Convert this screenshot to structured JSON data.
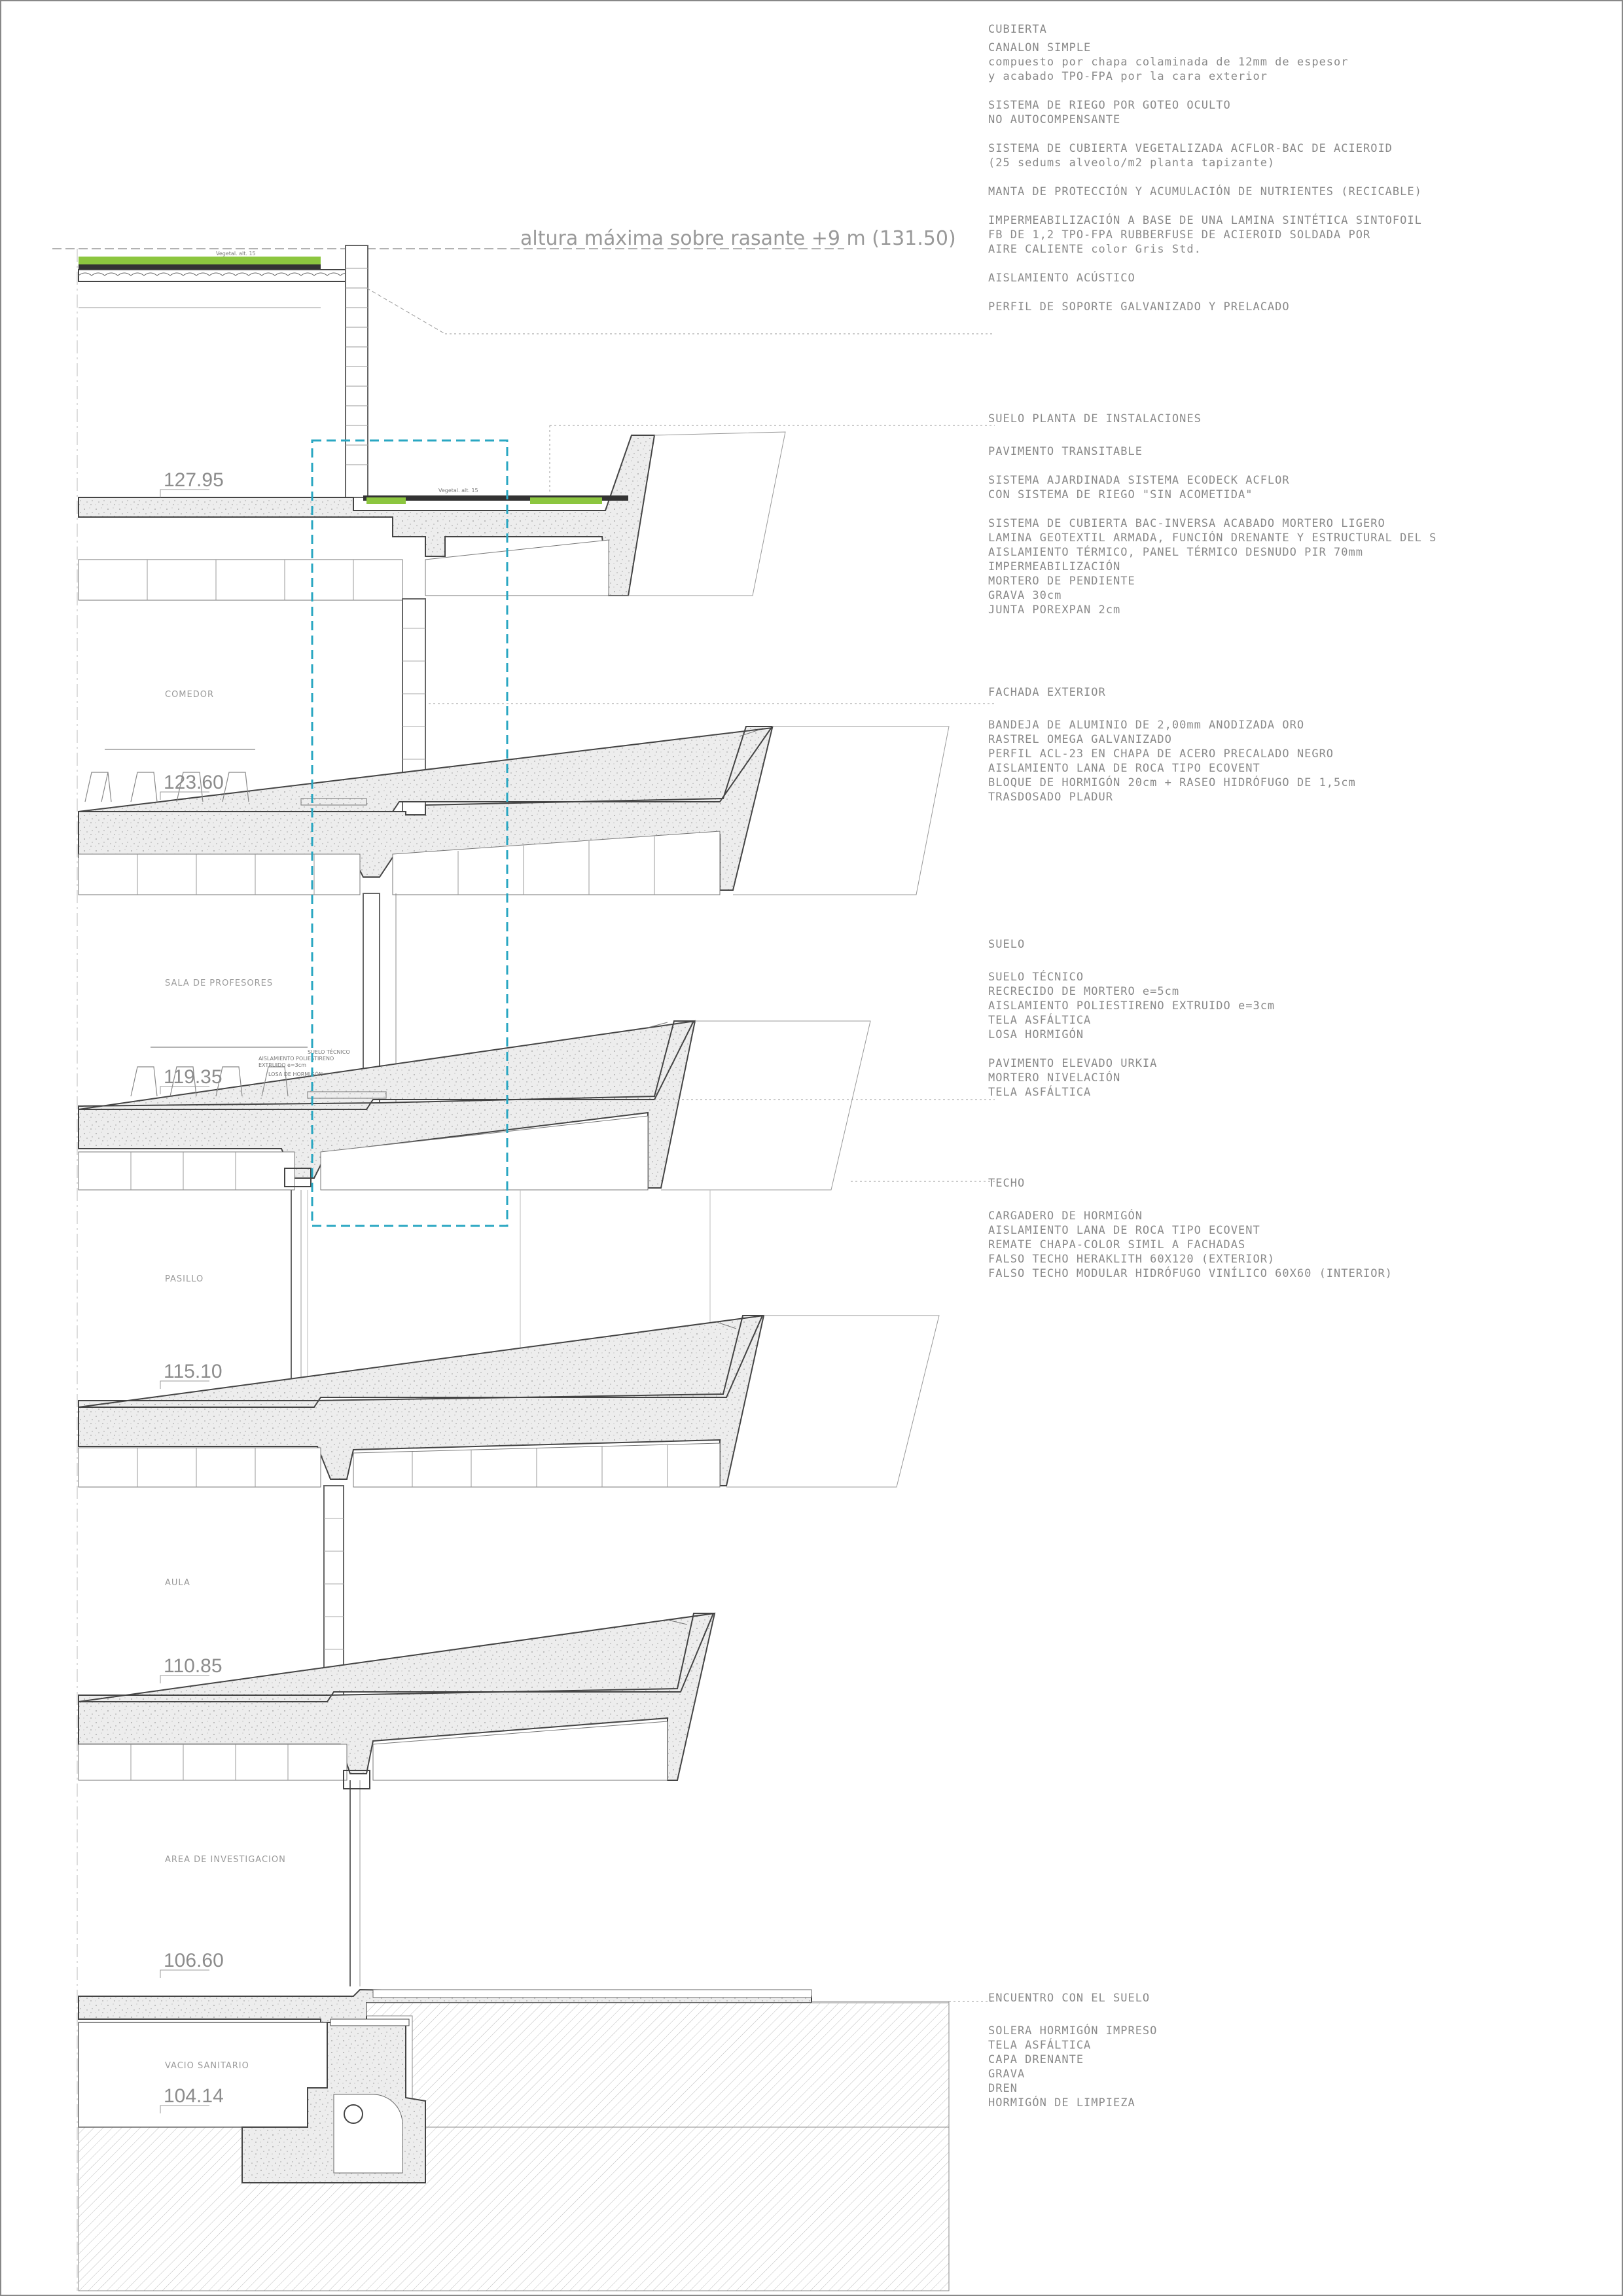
{
  "heading": "altura máxima sobre rasante +9 m (131.50)",
  "levels": [
    {
      "value": "127.95",
      "room": ""
    },
    {
      "value": "123.60",
      "room": "COMEDOR"
    },
    {
      "value": "119.35",
      "room": "SALA DE PROFESORES"
    },
    {
      "value": "115.10",
      "room": "PASILLO"
    },
    {
      "value": "110.85",
      "room": "AULA"
    },
    {
      "value": "106.60",
      "room": "AREA DE INVESTIGACION"
    },
    {
      "value": "104.14",
      "room": "VACIO SANITARIO"
    }
  ],
  "notes": [
    {
      "heading": "CUBIERTA",
      "lines": [
        "CANALON SIMPLE",
        "compuesto por chapa colaminada de 12mm de espesor",
        "y acabado TPO-FPA por la cara exterior",
        "",
        "SISTEMA DE RIEGO POR GOTEO OCULTO",
        "NO AUTOCOMPENSANTE",
        "",
        "SISTEMA DE CUBIERTA VEGETALIZADA ACFLOR-BAC DE ACIEROID",
        "(25 sedums alveolo/m2 planta tapizante)",
        "",
        "MANTA DE PROTECCIÓN Y ACUMULACIÓN DE NUTRIENTES (RECICABLE)",
        "",
        "IMPERMEABILIZACIÓN A BASE DE UNA LAMINA SINTÉTICA SINTOFOIL",
        "FB DE 1,2 TPO-FPA RUBBERFUSE DE ACIEROID SOLDADA POR",
        "AIRE CALIENTE color Gris Std.",
        "",
        "AISLAMIENTO ACÚSTICO",
        "",
        "PERFIL DE SOPORTE GALVANIZADO Y PRELACADO"
      ]
    },
    {
      "heading": "SUELO PLANTA DE INSTALACIONES",
      "lines": [
        "",
        "PAVIMENTO TRANSITABLE",
        "",
        "SISTEMA AJARDINADA SISTEMA ECODECK ACFLOR",
        "CON SISTEMA DE RIEGO \"SIN ACOMETIDA\"",
        "",
        "SISTEMA DE CUBIERTA BAC-INVERSA ACABADO MORTERO LIGERO",
        "LAMINA GEOTEXTIL ARMADA, FUNCIÓN DRENANTE Y ESTRUCTURAL DEL S",
        "AISLAMIENTO TÉRMICO, PANEL TÉRMICO DESNUDO PIR 70mm",
        "IMPERMEABILIZACIÓN",
        "MORTERO DE PENDIENTE",
        "GRAVA 30cm",
        "JUNTA POREXPAN 2cm"
      ]
    },
    {
      "heading": "FACHADA EXTERIOR",
      "lines": [
        "",
        "BANDEJA DE ALUMINIO DE 2,00mm ANODIZADA ORO",
        "RASTREL OMEGA GALVANIZADO",
        "PERFIL ACL-23 EN CHAPA DE ACERO PRECALADO NEGRO",
        "AISLAMIENTO LANA DE ROCA TIPO ECOVENT",
        "BLOQUE DE HORMIGÓN 20cm + RASEO HIDRÓFUGO DE 1,5cm",
        "TRASDOSADO PLADUR"
      ]
    },
    {
      "heading": "SUELO",
      "lines": [
        "",
        "SUELO TÉCNICO",
        "RECRECIDO DE MORTERO e=5cm",
        "AISLAMIENTO POLIESTIRENO EXTRUIDO e=3cm",
        "TELA ASFÁLTICA",
        "LOSA HORMIGÓN",
        "",
        "PAVIMENTO ELEVADO URKIA",
        "MORTERO NIVELACIÓN",
        "TELA ASFÁLTICA"
      ]
    },
    {
      "heading": "TECHO",
      "lines": [
        "",
        "CARGADERO DE HORMIGÓN",
        "AISLAMIENTO LANA DE ROCA TIPO ECOVENT",
        "REMATE CHAPA-COLOR SIMIL A FACHADAS",
        "FALSO TECHO HERAKLITH 60X120 (EXTERIOR)",
        "FALSO TECHO MODULAR HIDRÓFUGO VINÍLICO 60X60 (INTERIOR)"
      ]
    },
    {
      "heading": "ENCUENTRO CON EL SUELO",
      "lines": [
        "",
        "SOLERA HORMIGÓN IMPRESO",
        "TELA ASFÁLTICA",
        "CAPA DRENANTE",
        "GRAVA",
        "DREN",
        "HORMIGÓN DE LIMPIEZA"
      ]
    }
  ],
  "small_labels": {
    "roof_detail": "Vegetal. alt. 15",
    "planter_detail": "Vegetal. alt. 15",
    "floor_detail_1": "SUELO TÉCNICO",
    "floor_detail_2": "AISLAMIENTO POLIESTIRENO",
    "floor_detail_3": "EXTRUIDO e=3cm",
    "floor_detail_4": "LOSA DE HORMIGÓN"
  },
  "colors": {
    "green_roof": "#8cc63f",
    "highlight_box": "#2aa7c2",
    "line": "#555555"
  }
}
